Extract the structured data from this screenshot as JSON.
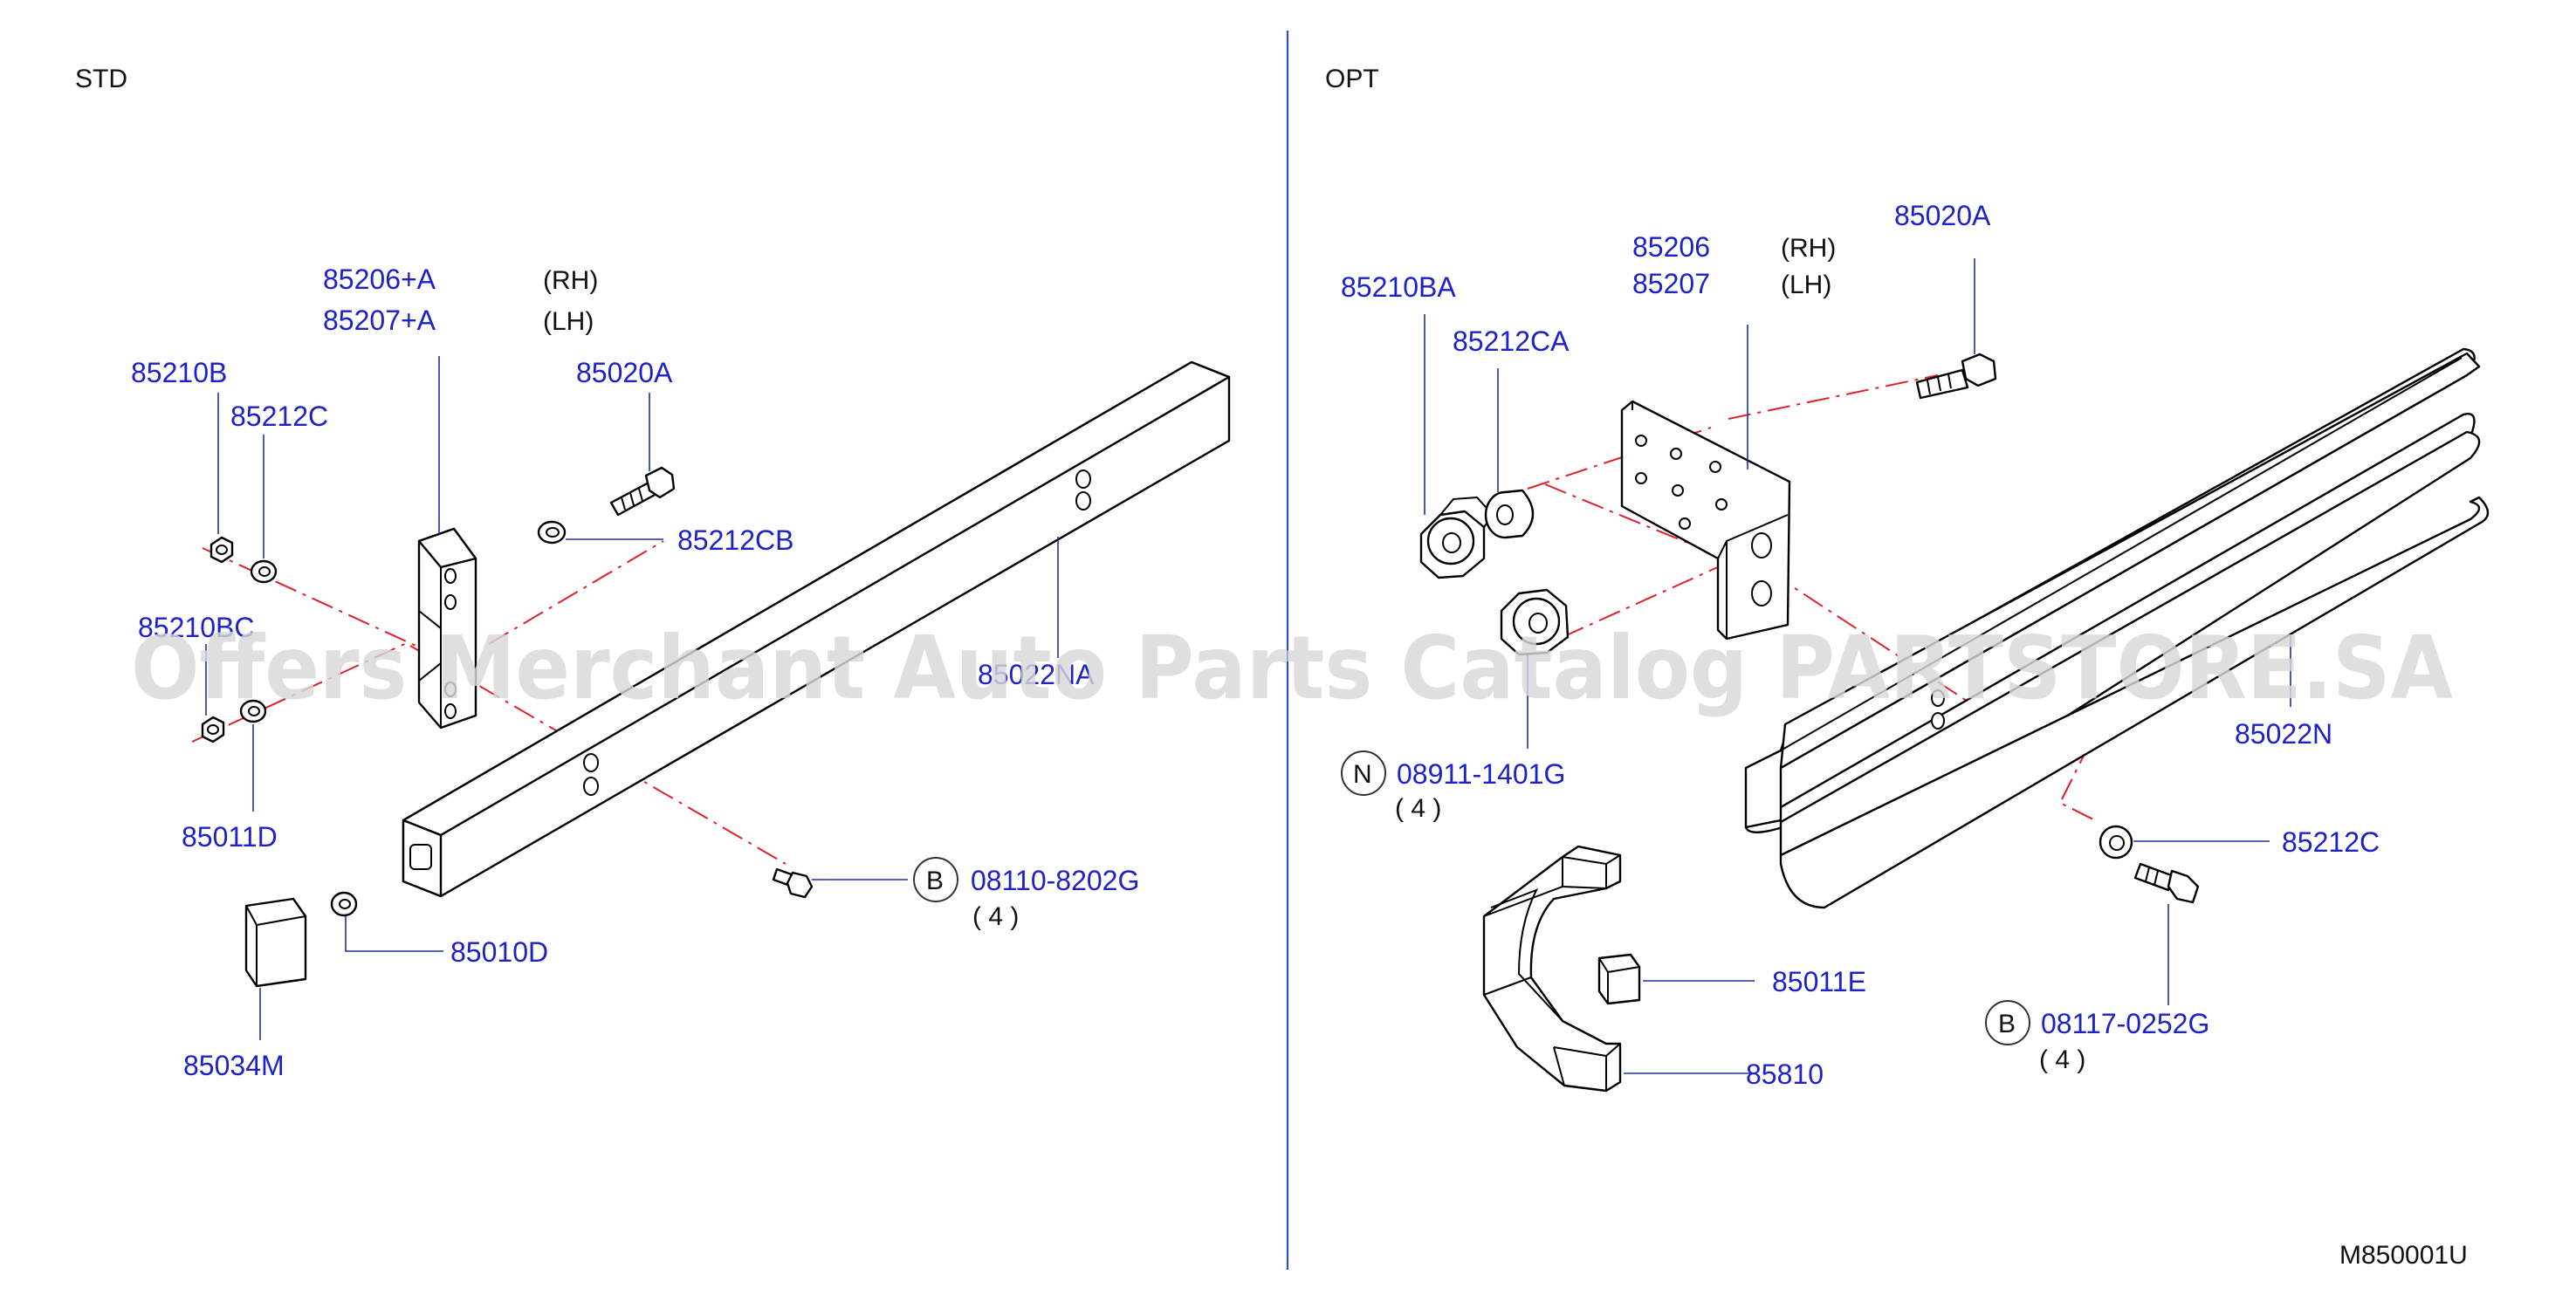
{
  "sections": {
    "left": "STD",
    "right": "OPT"
  },
  "drawing_code": "M850001U",
  "watermark": "Offers Merchant Auto Parts Catalog PARTSTORE.SA",
  "std": {
    "bracket_rh": "85206+A",
    "bracket_lh": "85207+A",
    "rh": "(RH)",
    "lh": "(LH)",
    "bolt_top": "85020A",
    "nut_upper": "85210B",
    "washer_upper": "85212C",
    "washer_bolt": "85212CB",
    "nut_lower": "85210BC",
    "beam": "85022NA",
    "collar": "85011D",
    "bolt_b_code": "B",
    "bolt_b": "08110-8202G",
    "bolt_b_qty": "( 4 )",
    "washer_small": "85010D",
    "pad": "85034M"
  },
  "opt": {
    "nut": "85210BA",
    "washer": "85212CA",
    "bracket_rh": "85206",
    "bracket_lh": "85207",
    "rh": "(RH)",
    "lh": "(LH)",
    "bolt_top": "85020A",
    "nut_n_code": "N",
    "nut_n": "08911-1401G",
    "nut_n_qty": "( 4 )",
    "beam": "85022N",
    "washer_c": "85212C",
    "bolt_b_code": "B",
    "bolt_b": "08117-0252G",
    "bolt_b_qty": "( 4 )",
    "pad": "85011E",
    "stay": "85810"
  },
  "colors": {
    "label": "#1d21c8",
    "leader": "#1b2fb5",
    "centerline": "#e0202a",
    "divider": "#2b4fd0",
    "watermark": "#d8d8d8"
  }
}
